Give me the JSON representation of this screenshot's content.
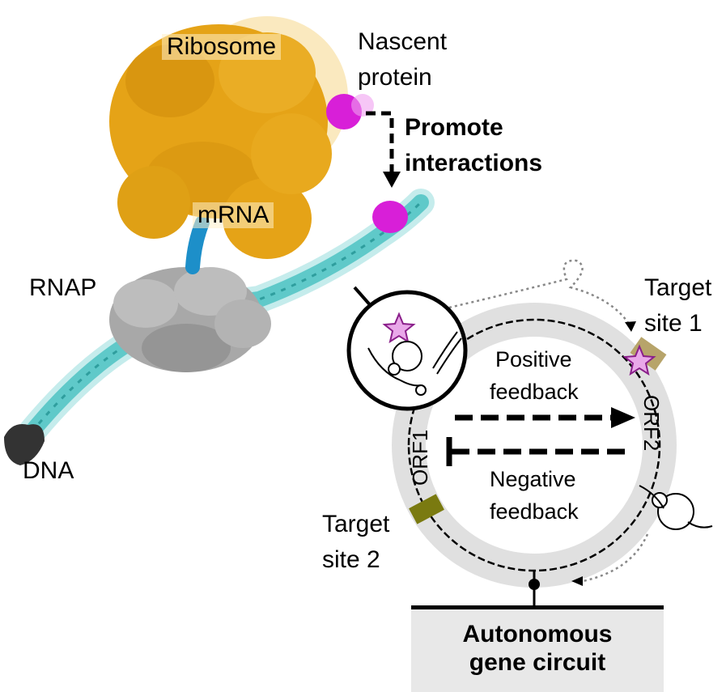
{
  "molecular_labels": {
    "ribosome": "Ribosome",
    "nascent_protein_line1": "Nascent",
    "nascent_protein_line2": "protein",
    "promote_line1": "Promote",
    "promote_line2": "interactions",
    "mrna": "mRNA",
    "rnap": "RNAP",
    "dna": "DNA"
  },
  "circuit_labels": {
    "target_site_1_line1": "Target",
    "target_site_1_line2": "site 1",
    "target_site_2_line1": "Target",
    "target_site_2_line2": "site 2",
    "positive_line1": "Positive",
    "positive_line2": "feedback",
    "negative_line1": "Negative",
    "negative_line2": "feedback",
    "orf1": "ORF1",
    "orf2": "ORF2"
  },
  "footer": {
    "line1": "Autonomous",
    "line2": "gene circuit"
  },
  "colors": {
    "ribosome": "#e5a317",
    "ribosome_shadow": "#f5d78a",
    "nascent_protein": "#d81fd8",
    "mrna": "#1d8fc9",
    "rnap": "#a8a8a8",
    "dna": "#5fc9c9",
    "dna_end": "#333333",
    "target_site_1": "#b7a46a",
    "target_site_2": "#7a7a10",
    "star": "#e9a8e9"
  }
}
